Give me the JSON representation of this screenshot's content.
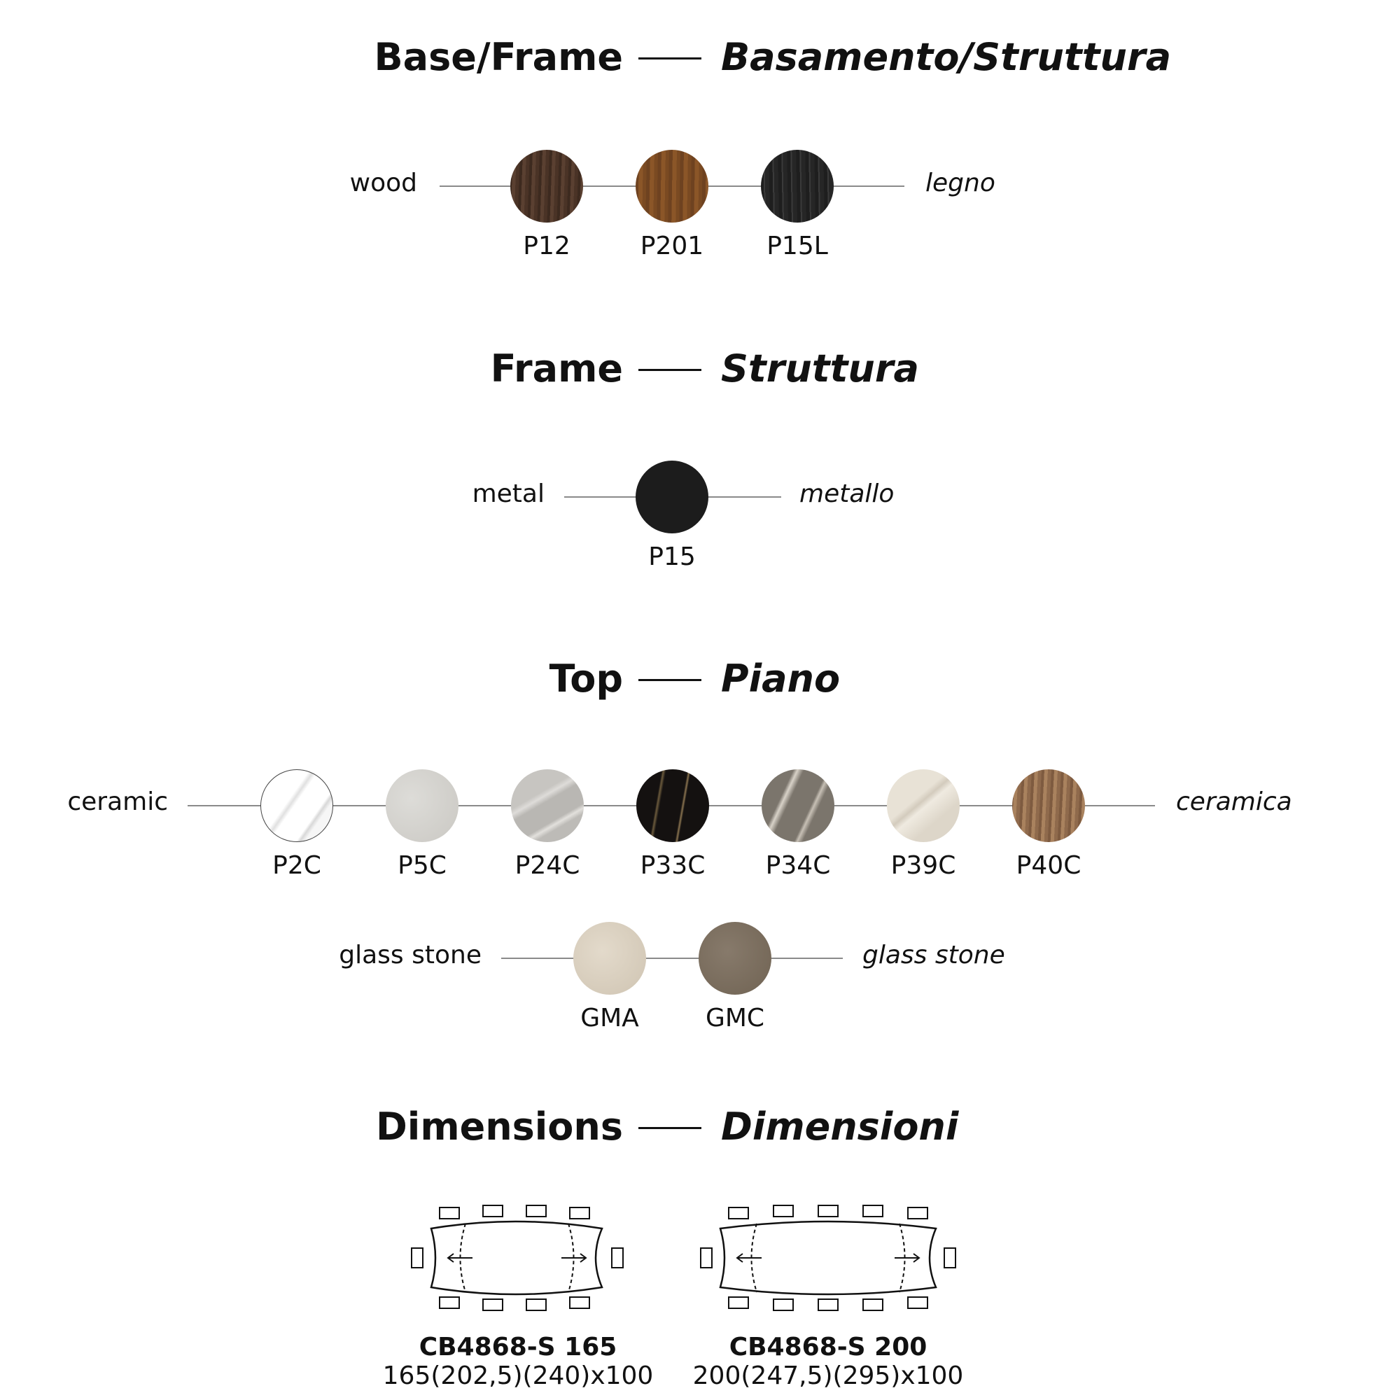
{
  "sections": {
    "base_frame": {
      "title_en": "Base/Frame",
      "title_it": "Basamento/Struttura"
    },
    "frame": {
      "title_en": "Frame",
      "title_it": "Struttura"
    },
    "top": {
      "title_en": "Top",
      "title_it": "Piano"
    },
    "dimensions": {
      "title_en": "Dimensions",
      "title_it": "Dimensioni"
    }
  },
  "materials": {
    "wood": {
      "label_en": "wood",
      "label_it": "legno",
      "finishes": [
        {
          "code": "P12",
          "color": "#4a3326"
        },
        {
          "code": "P201",
          "color": "#7a4a22"
        },
        {
          "code": "P15L",
          "color": "#262626"
        }
      ]
    },
    "metal": {
      "label_en": "metal",
      "label_it": "metallo",
      "finishes": [
        {
          "code": "P15",
          "color": "#1c1c1c"
        }
      ]
    },
    "ceramic": {
      "label_en": "ceramic",
      "label_it": "ceramica",
      "finishes": [
        {
          "code": "P2C",
          "color": "#f4f4f4"
        },
        {
          "code": "P5C",
          "color": "#d4d3cf"
        },
        {
          "code": "P24C",
          "color": "#c2c0bc"
        },
        {
          "code": "P33C",
          "color": "#151210"
        },
        {
          "code": "P34C",
          "color": "#7b756c"
        },
        {
          "code": "P39C",
          "color": "#e4ddd0"
        },
        {
          "code": "P40C",
          "color": "#8f6a4c"
        }
      ]
    },
    "glass_stone": {
      "label_en": "glass stone",
      "label_it": "glass stone",
      "finishes": [
        {
          "code": "GMA",
          "color": "#d9cfbf"
        },
        {
          "code": "GMC",
          "color": "#7d6f60"
        }
      ]
    }
  },
  "tables": [
    {
      "model": "CB4868-S 165",
      "dimensions": "165(202,5)(240)x100"
    },
    {
      "model": "CB4868-S 200",
      "dimensions": "200(247,5)(295)x100"
    }
  ]
}
